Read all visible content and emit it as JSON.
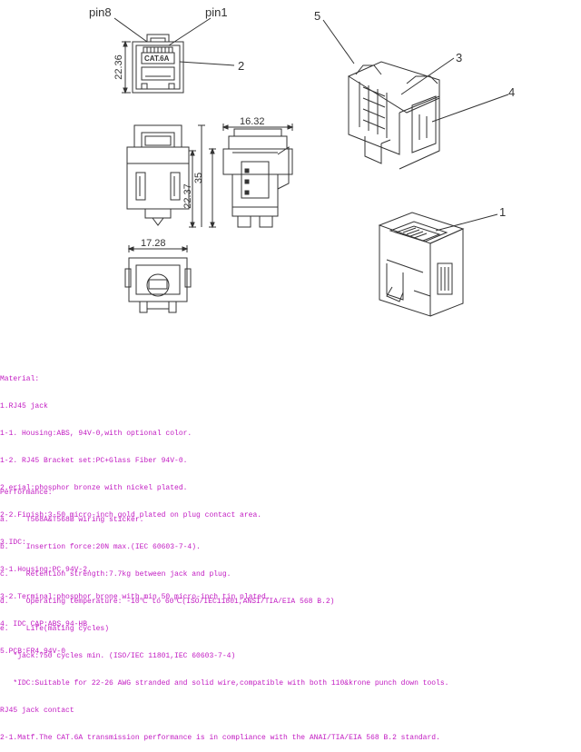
{
  "drawing": {
    "labels": {
      "pin8": "pin8",
      "pin1": "pin1",
      "plate": "CAT.6A",
      "callout_1": "1",
      "callout_2": "2",
      "callout_3": "3",
      "callout_4": "4",
      "callout_5": "5"
    },
    "dimensions": {
      "front_height": "22.36",
      "side_width": "16.32",
      "side_height_inner": "22.37",
      "side_height_outer": "35",
      "bottom_width": "17.28"
    }
  },
  "material": {
    "lines": [
      "Material:",
      "1.RJ45 jack",
      "1-1. Housing:ABS, 94V-0,with optional color.",
      "1-2. RJ45 Bracket set:PC+Glass Fiber 94V-0.",
      "2.erial:phosphor bronze with nickel plated.",
      "2-2.Finish:3-50 micro-inch gold plated on plug contact area.",
      "3.IDC:",
      "3-1.Housing:PC,94V-2.",
      "3-2.Terminal:phosphor brone with min.50 micro-inch tin plated.",
      "4. IDC CAP:ABS,94-HB",
      "5.PCB:FR4,94V-0"
    ]
  },
  "performance": {
    "lines": [
      "Performance:",
      "a.    T568A&T568B wiring sticker.",
      "b.    Insertion force:20N max.(IEC 60603-7-4).",
      "c.    Retention strength:7.7kg between jack and plug.",
      "d.    Operating temperature: -10℃ to 60℃(ISO/IEC11801,ANSI/TIA/EIA 568 B.2)",
      "e.    Life(mating cycles)",
      "   *jack:750 cycles min. (ISO/IEC 11801,IEC 60603-7-4)",
      "   *IDC:Suitable for 22-26 AWG stranded and solid wire,compatible with both 110&krone punch down tools.",
      "RJ45 jack contact",
      "2-1.Matf.The CAT.6A transmission performance is in compliance with the ANAI/TIA/EIA 568 B.2 standard."
    ]
  }
}
